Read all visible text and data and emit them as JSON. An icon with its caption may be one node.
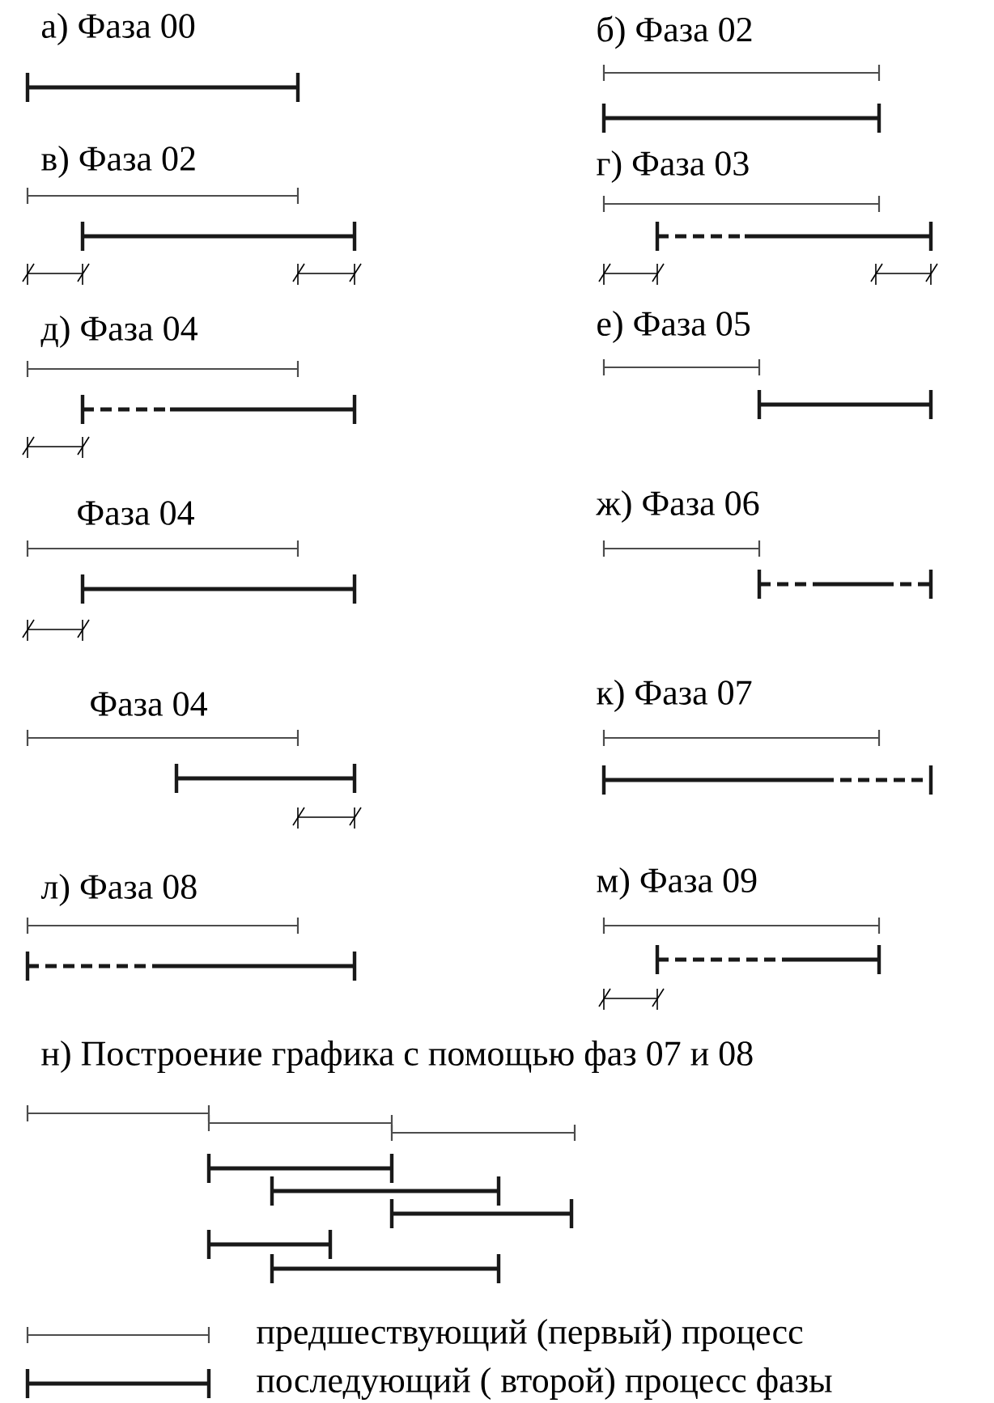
{
  "diagram": {
    "labels": [
      "а) Фаза 00",
      "б) Фаза 02",
      "в) Фаза 02",
      "г) Фаза 03",
      "д) Фаза 04",
      "е) Фаза 05",
      "Фаза 04",
      "ж) Фаза 06",
      "Фаза 04",
      "к) Фаза 07",
      "л) Фаза 08",
      "м) Фаза 09",
      "н) Построение графика с помощью фаз 07 и 08"
    ],
    "legend": [
      {
        "text": "предшествующий (первый) процесс"
      },
      {
        "text": "последующий ( второй) процесс фазы"
      }
    ]
  }
}
